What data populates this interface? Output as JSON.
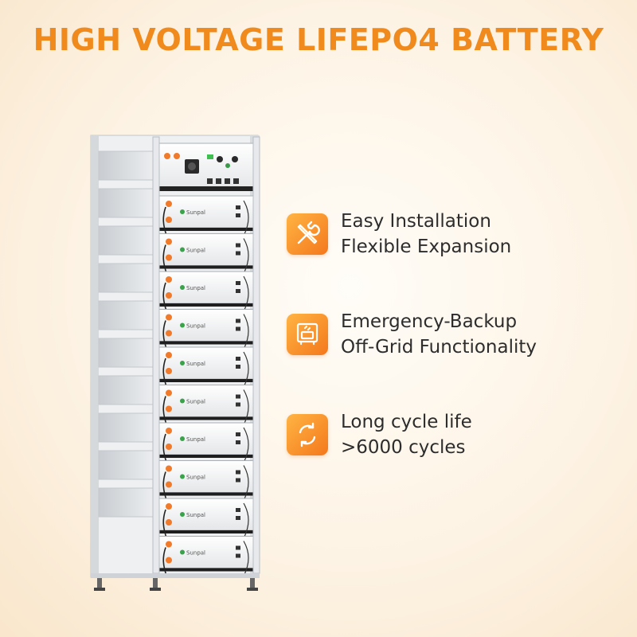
{
  "title": "HIGH VOLTAGE LIFEPO4 BATTERY",
  "brand": "Sunpal",
  "colors": {
    "accent": "#f08a1c",
    "badge_start": "#ffb443",
    "badge_end": "#f4781c",
    "text": "#2d2d2d"
  },
  "features": [
    {
      "icon": "wrench-screwdriver-icon",
      "line1": "Easy Installation",
      "line2": "Flexible Expansion"
    },
    {
      "icon": "backup-power-icon",
      "line1": "Emergency-Backup",
      "line2": "Off-Grid Functionality"
    },
    {
      "icon": "cycle-arrows-icon",
      "line1": "Long cycle life",
      "line2": ">6000 cycles"
    }
  ]
}
